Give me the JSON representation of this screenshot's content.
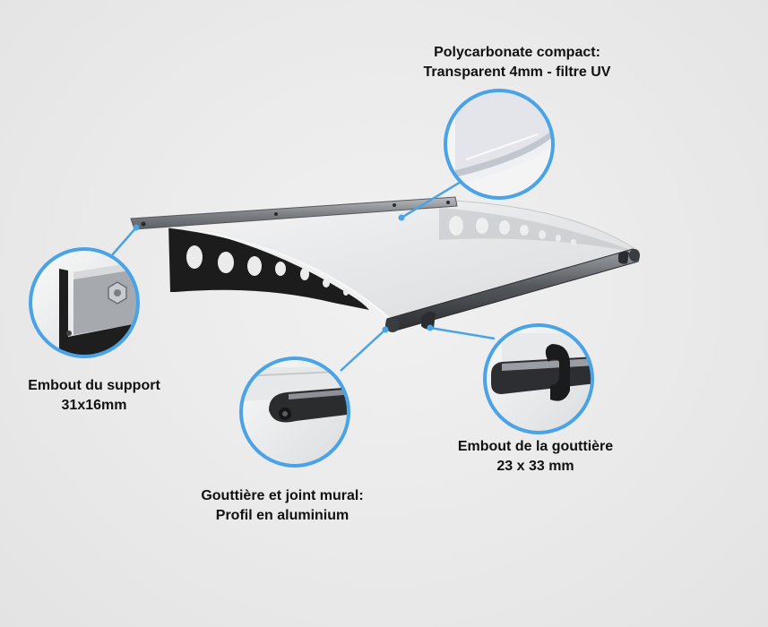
{
  "colors": {
    "callout_blue": "#4aa3e6",
    "frame_dark": "#2b2b2b",
    "bracket_black": "#1c1c1c",
    "aluminium": "#8e9296"
  },
  "callouts": {
    "polycarbonate": {
      "line1": "Polycarbonate compact:",
      "line2": "Transparent 4mm - filtre UV"
    },
    "support_end": {
      "line1": "Embout du support",
      "line2": "31x16mm"
    },
    "gutter_end": {
      "line1": "Embout de la gouttière",
      "line2": "23 x 33 mm"
    },
    "gutter_profile": {
      "line1": "Gouttière et joint mural:",
      "line2": "Profil en aluminium"
    }
  }
}
